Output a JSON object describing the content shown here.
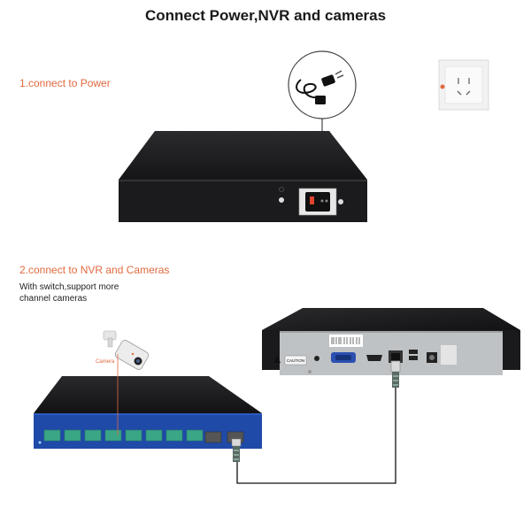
{
  "title": "Connect Power,NVR and cameras",
  "step1": {
    "label": "1.connect to Power"
  },
  "step2": {
    "label": "2.connect to NVR and Cameras",
    "note_line1": "With switch,support more",
    "note_line2": "channel cameras"
  },
  "camera_label": "Camera",
  "caution_label": "CAUTION",
  "colors": {
    "accent": "#e06a3f",
    "device_dark": "#1c1c1e",
    "switch_blue": "#1f4aa8",
    "port_green": "#3aa686"
  }
}
